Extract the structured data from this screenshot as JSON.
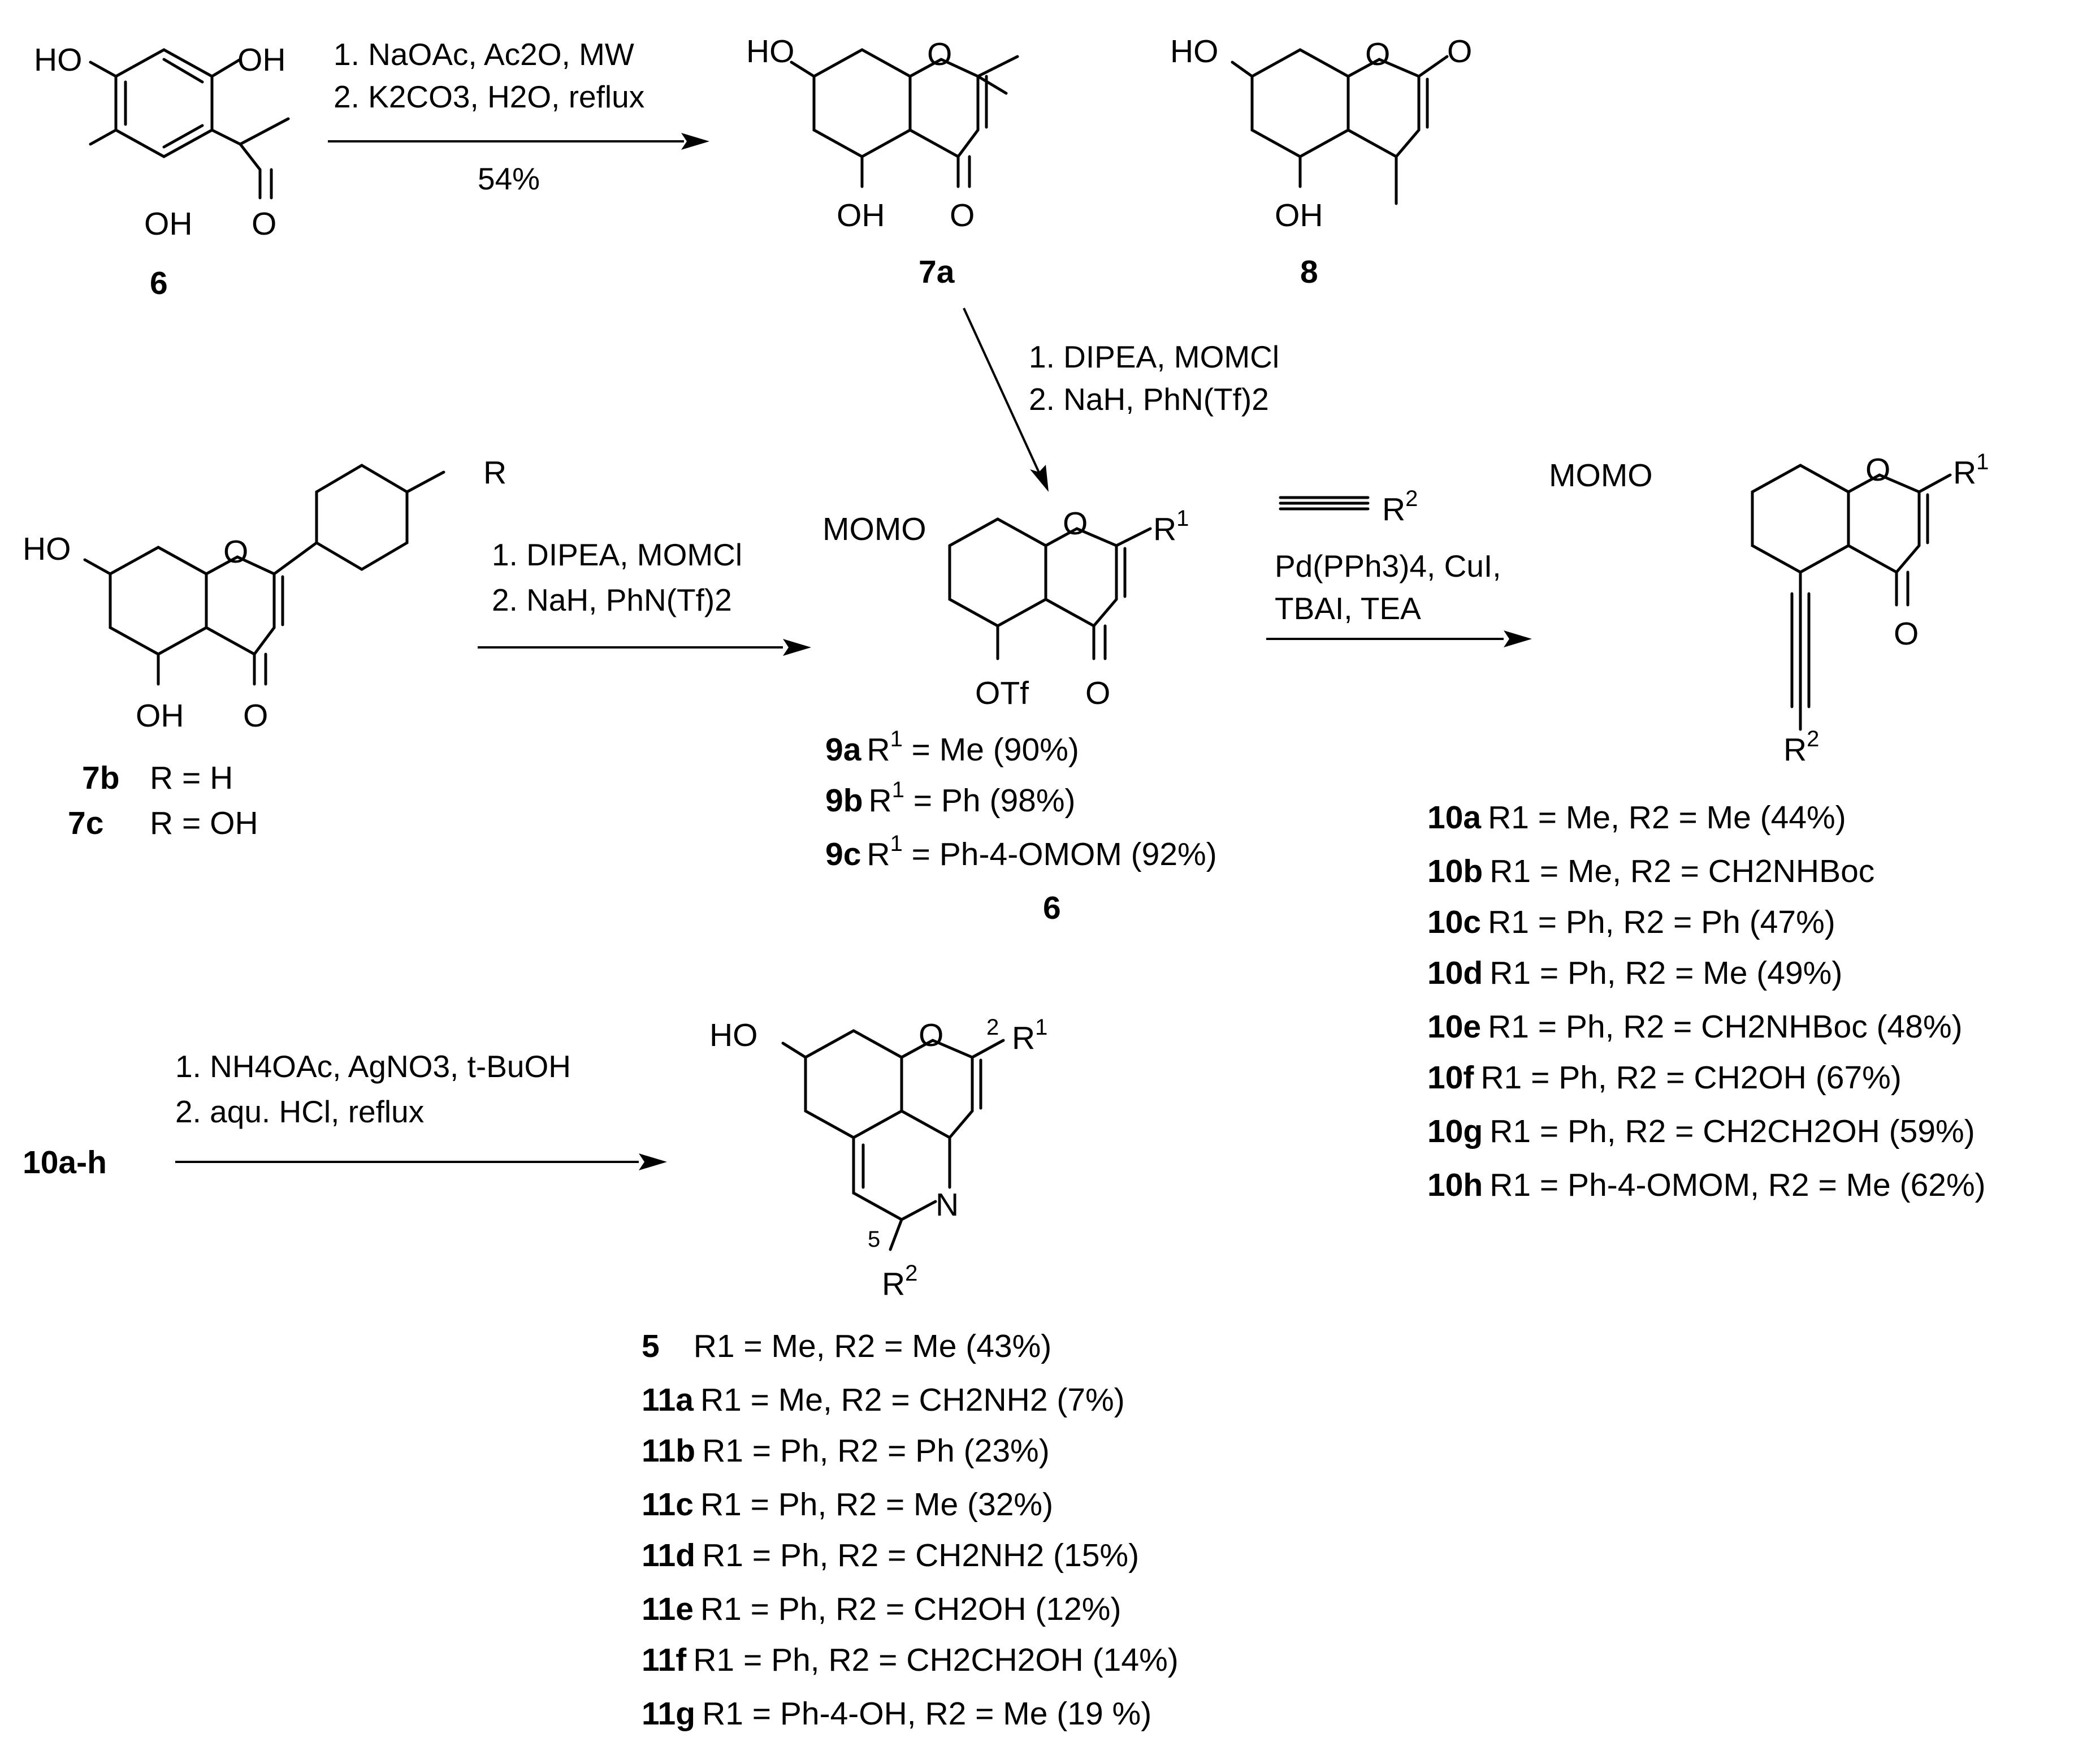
{
  "structures": {
    "s6": {
      "OH": "OH",
      "HO": "HO",
      "O": "O",
      "label": "6"
    },
    "s7a": {
      "HO": "HO",
      "OH": "OH",
      "O": "O",
      "label": "7a"
    },
    "s8": {
      "HO": "HO",
      "OH": "OH",
      "O": "O",
      "label": "8"
    },
    "s7bc": {
      "HO": "HO",
      "OH": "OH",
      "O": "O",
      "R": "R",
      "entries": [
        {
          "id": "7b",
          "text": "R = H"
        },
        {
          "id": "7c",
          "text": "R = OH"
        }
      ]
    },
    "s9": {
      "MOMO": "MOMO",
      "O": "O",
      "OTf": "OTf",
      "R1": "R",
      "sup1": "1",
      "entries": [
        {
          "id": "9a",
          "pre": "R",
          "sup": "1",
          "text": " = Me (90%)"
        },
        {
          "id": "9b",
          "pre": "R",
          "sup": "1",
          "text": " = Ph (98%)"
        },
        {
          "id": "9c",
          "pre": "R",
          "sup": "1",
          "text": " = Ph-4-OMOM (92%)"
        }
      ],
      "extra_label": "6"
    },
    "s10": {
      "MOMO": "MOMO",
      "O": "O",
      "R": "R",
      "sup1": "1",
      "sup2": "2",
      "entries": [
        {
          "id": "10a",
          "text": "R1 = Me, R2 = Me (44%)"
        },
        {
          "id": "10b",
          "text": "R1 = Me, R2 = CH2NHBoc"
        },
        {
          "id": "10c",
          "text": "R1 = Ph, R2 = Ph (47%)"
        },
        {
          "id": "10d",
          "text": "R1 = Ph, R2 = Me (49%)"
        },
        {
          "id": "10e",
          "text": "R1 = Ph, R2 = CH2NHBoc (48%)"
        },
        {
          "id": "10f",
          "text": "R1 = Ph, R2 = CH2OH (67%)"
        },
        {
          "id": "10g",
          "text": "R1 = Ph, R2 = CH2CH2OH (59%)"
        },
        {
          "id": "10h",
          "text": "R1 = Ph-4-OMOM, R2 = Me (62%)"
        }
      ]
    },
    "s11": {
      "HO": "HO",
      "O": "O",
      "N": "N",
      "R": "R",
      "sup1": "1",
      "sup2": "2",
      "pos2": "2",
      "pos5": "5",
      "entries": [
        {
          "id": "5",
          "text": "R1 = Me, R2 = Me (43%)"
        },
        {
          "id": "11a",
          "text": "R1 = Me, R2 = CH2NH2 (7%)"
        },
        {
          "id": "11b",
          "text": "R1 = Ph, R2 = Ph (23%)"
        },
        {
          "id": "11c",
          "text": "R1 = Ph, R2 = Me (32%)"
        },
        {
          "id": "11d",
          "text": "R1 = Ph, R2 = CH2NH2 (15%)"
        },
        {
          "id": "11e",
          "text": "R1 = Ph, R2 = CH2OH (12%)"
        },
        {
          "id": "11f",
          "text": "R1 = Ph, R2 = CH2CH2OH (14%)"
        },
        {
          "id": "11g",
          "text": "R1 = Ph-4-OH, R2 = Me (19 %)"
        }
      ]
    }
  },
  "reactions": {
    "r1": {
      "line1": "1. NaOAc, Ac2O, MW",
      "line2": "2. K2CO3, H2O, reflux",
      "yield": "54%"
    },
    "r2": {
      "line1": "1. DIPEA, MOMCl",
      "line2": "2. NaH, PhN(Tf)2"
    },
    "r3": {
      "line1": "1. DIPEA, MOMCl",
      "line2": "2. NaH, PhN(Tf)2"
    },
    "r4": {
      "alkyne_R": "R",
      "alkyne_sup": "2",
      "line1": "Pd(PPh3)4, CuI,",
      "line2": "TBAI, TEA"
    },
    "r5": {
      "start": "10a-h",
      "line1": "1. NH4OAc, AgNO3, t-BuOH",
      "line2": "2. aqu. HCl, reflux"
    }
  }
}
